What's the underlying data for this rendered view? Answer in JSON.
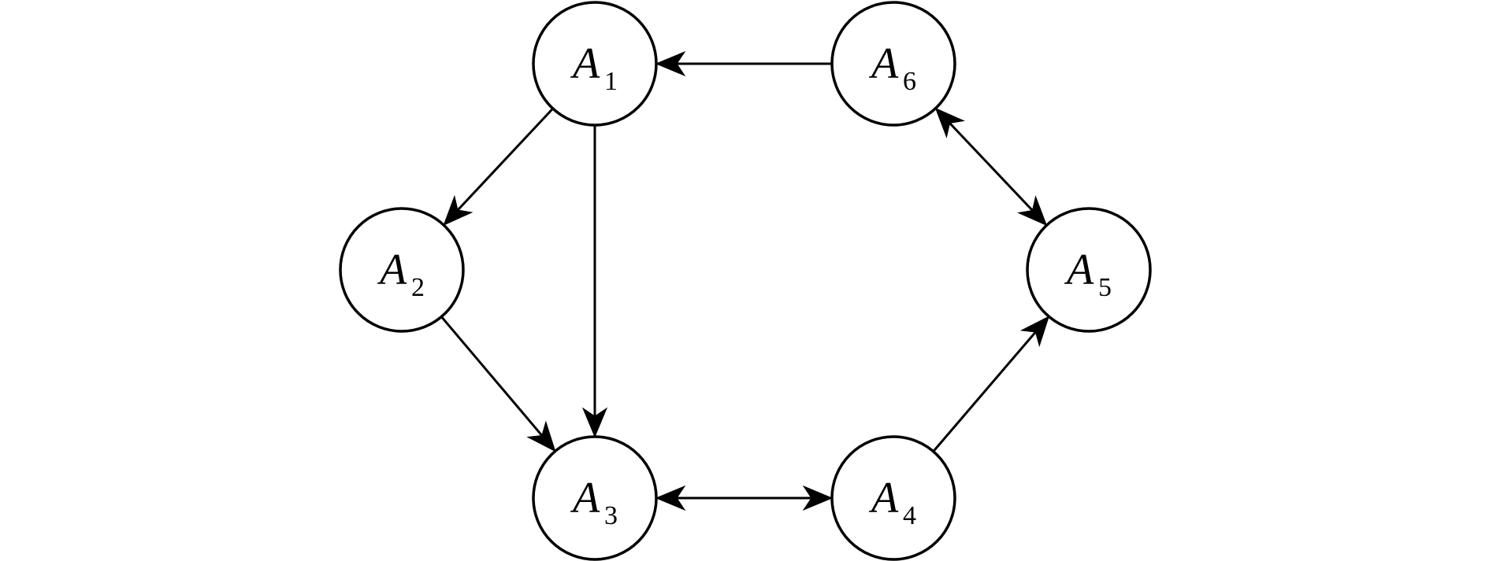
{
  "diagram": {
    "nodes": [
      {
        "id": "A1",
        "letter": "A",
        "sub": "1"
      },
      {
        "id": "A2",
        "letter": "A",
        "sub": "2"
      },
      {
        "id": "A3",
        "letter": "A",
        "sub": "3"
      },
      {
        "id": "A4",
        "letter": "A",
        "sub": "4"
      },
      {
        "id": "A5",
        "letter": "A",
        "sub": "5"
      },
      {
        "id": "A6",
        "letter": "A",
        "sub": "6"
      }
    ],
    "edges": [
      {
        "from": "A6",
        "to": "A1",
        "bidirectional": false
      },
      {
        "from": "A1",
        "to": "A2",
        "bidirectional": false
      },
      {
        "from": "A1",
        "to": "A3",
        "bidirectional": false
      },
      {
        "from": "A2",
        "to": "A3",
        "bidirectional": false
      },
      {
        "from": "A3",
        "to": "A4",
        "bidirectional": true
      },
      {
        "from": "A4",
        "to": "A5",
        "bidirectional": false
      },
      {
        "from": "A6",
        "to": "A5",
        "bidirectional": true
      }
    ]
  }
}
